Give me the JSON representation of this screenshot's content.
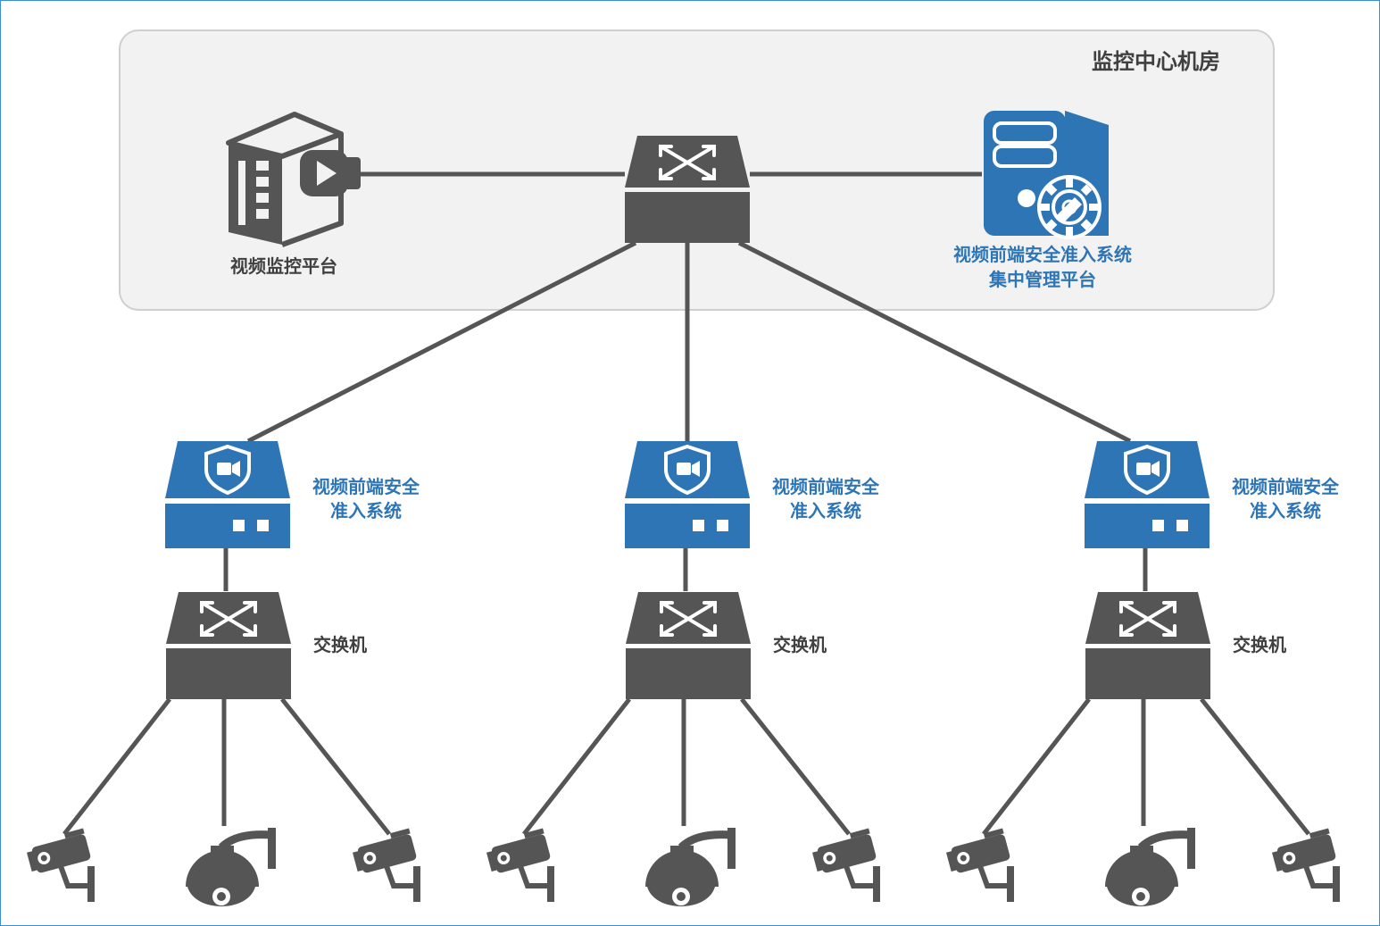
{
  "room": {
    "title": "监控中心机房"
  },
  "video_platform": {
    "label": "视频监控平台"
  },
  "mgmt_platform": {
    "label_line1": "视频前端安全准入系统",
    "label_line2": "集中管理平台"
  },
  "branches": [
    {
      "gateway_line1": "视频前端安全",
      "gateway_line2": "准入系统",
      "switch_label": "交换机"
    },
    {
      "gateway_line1": "视频前端安全",
      "gateway_line2": "准入系统",
      "switch_label": "交换机"
    },
    {
      "gateway_line1": "视频前端安全",
      "gateway_line2": "准入系统",
      "switch_label": "交换机"
    }
  ],
  "colors": {
    "device_gray": "#555555",
    "accent_blue": "#2e75b6",
    "room_bg": "#f2f2f2",
    "frame_border": "#3a8fd0"
  },
  "icons": [
    "video-server-icon",
    "core-switch-icon",
    "management-server-icon",
    "security-gateway-icon",
    "switch-icon",
    "bullet-camera-icon",
    "dome-camera-icon"
  ]
}
